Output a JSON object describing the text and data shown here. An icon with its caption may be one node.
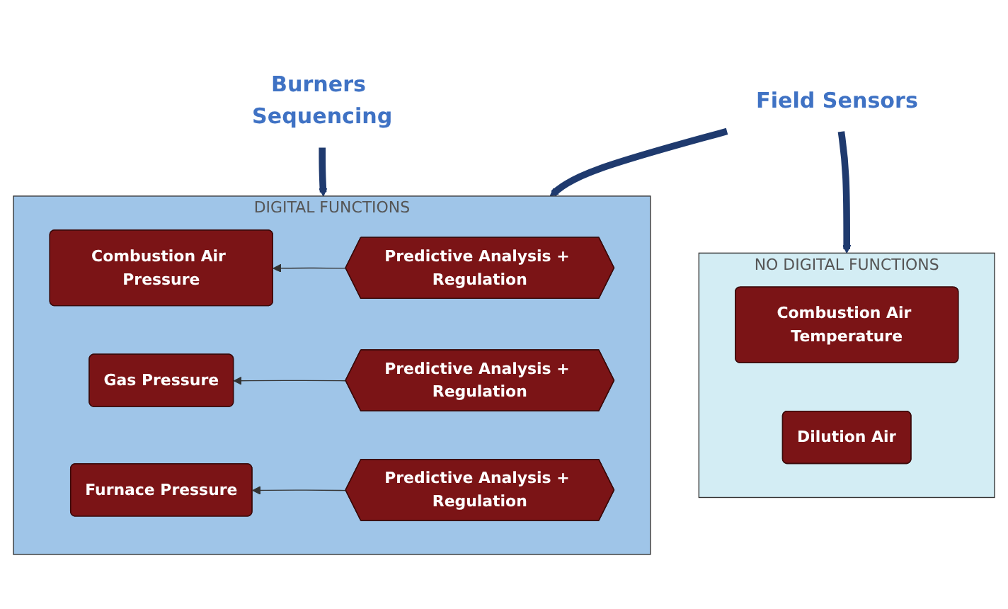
{
  "diagram": {
    "nodes": [
      {
        "text": [
          "Burners Sequencing"
        ]
      },
      {
        "text": [
          "Field Sensors"
        ]
      },
      {
        "text": [
          "DIGITAL FUNCTIONS"
        ]
      },
      {
        "text": [
          "Combustion Air Pressure"
        ],
        "in": 2
      },
      {
        "text": [
          "Predictive Analysis + Regulation"
        ],
        "in": 2
      },
      {
        "text": [
          "Gas Pressure"
        ],
        "in": 2
      },
      {
        "text": [
          "Predictive Analysis + Regulation"
        ],
        "in": 2
      },
      {
        "text": [
          "Furnace Pressure"
        ],
        "in": 2
      },
      {
        "text": [
          "Predictive Analysis + Regulation"
        ],
        "in": 2
      },
      {
        "text": [
          "NO DIGITAL FUNCTIONS"
        ]
      },
      {
        "text": [
          "Combustion Air Temperature"
        ],
        "in": 9
      },
      {
        "text": [
          "Dilution Air"
        ],
        "in": 9
      }
    ],
    "edges": [
      {
        "from": 0,
        "to": 2,
        "arrow": "to",
        "style": "thick",
        "color": "#1f3a6e"
      },
      {
        "from": 1,
        "to": 2,
        "arrow": "to",
        "style": "thick",
        "color": "#1f3a6e"
      },
      {
        "from": 1,
        "to": 9,
        "arrow": "to",
        "style": "thick",
        "color": "#1f3a6e"
      },
      {
        "from": 4,
        "to": 3,
        "arrow": "to"
      },
      {
        "from": 6,
        "to": 5,
        "arrow": "to"
      },
      {
        "from": 8,
        "to": 7,
        "arrow": "to"
      }
    ]
  }
}
